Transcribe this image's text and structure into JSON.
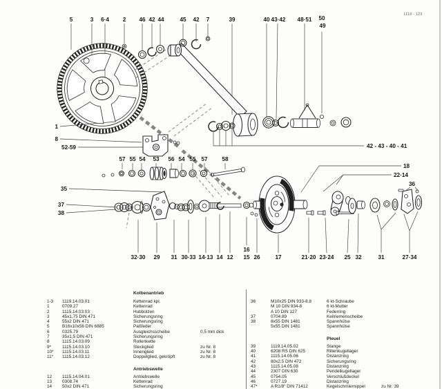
{
  "page": {
    "corner_code": "1119 - 123"
  },
  "diagram": {
    "callouts": {
      "n5": "5",
      "n3": "3",
      "n6_4": "6·4",
      "n2": "2",
      "n46": "46",
      "n42a": "42",
      "n44": "44",
      "n45": "45",
      "n42b": "42",
      "n7": "7",
      "n39": "39",
      "n40": "40",
      "n43_42": "43·42",
      "n48_51": "48·51",
      "n50": "50",
      "n49": "49",
      "n1": "1",
      "n8": "8",
      "n52_59": "52-59",
      "n35": "35",
      "n37": "37",
      "n38": "38",
      "n57a": "57",
      "n55a": "55",
      "n54a": "54",
      "n53": "53",
      "n56": "56",
      "n54b": "54",
      "n55b": "55",
      "n57b": "57",
      "n58": "58",
      "bracket_right": "42 - 43 - 40 - 41",
      "n18": "18",
      "n22_14": "22·14",
      "n36": "36",
      "n32_30": "32·30",
      "n29": "29",
      "n31a": "31",
      "n30_33": "30·33",
      "n14_13": "14·13",
      "n14": "14",
      "n12": "12",
      "n16": "16",
      "n15": "15",
      "n26": "26",
      "n17": "17",
      "n21_20": "21·20",
      "n23_24": "23·24",
      "n25": "25",
      "n32": "32",
      "n31b": "31",
      "n27_34": "27·34"
    }
  },
  "parts_list": {
    "left": {
      "sections": [
        {
          "title": "Kolbenantrieb",
          "rows": [
            {
              "ref": "1-3",
              "part": "1119.14.03.01",
              "name": "Kettenrad kpl.",
              "note": ""
            },
            {
              "ref": "1",
              "part": "0709.27",
              "name": "Kettenrad",
              "note": ""
            },
            {
              "ref": "2",
              "part": "1115.14.03.03",
              "name": "Hubbolzen",
              "note": ""
            },
            {
              "ref": "3",
              "part": "45x1,75 DIN 471",
              "name": "Sicherungsring",
              "note": ""
            },
            {
              "ref": "4",
              "part": "55x2 DIN 471",
              "name": "Sicherungsring",
              "note": ""
            },
            {
              "ref": "5",
              "part": "B16x10x56 DIN 6885",
              "name": "Paßfeder",
              "note": ""
            },
            {
              "ref": "6",
              "part": "0325.79",
              "name": "Ausgleichsscheibe",
              "note": "0,5 mm dick"
            },
            {
              "ref": "7",
              "part": "35x1,5 DIN 471",
              "name": "Sicherungsring",
              "note": ""
            },
            {
              "ref": "8",
              "part": "1115.14.03.09",
              "name": "Rollenkette",
              "note": ""
            },
            {
              "ref": "9*",
              "part": "1115.14.03.10",
              "name": "Steckglied",
              "note": "zu Nr. 8"
            },
            {
              "ref": "10*",
              "part": "1115.14.03.11",
              "name": "Innenglied",
              "note": "zu Nr. 8"
            },
            {
              "ref": "11*",
              "part": "1115.14.03.12",
              "name": "Doppelglied, gekröpft",
              "note": "zu Nr. 8"
            }
          ]
        },
        {
          "title": "Antriebswelle",
          "rows": [
            {
              "ref": "12",
              "part": "1115.14.04.01",
              "name": "Antriebswelle",
              "note": ""
            },
            {
              "ref": "13",
              "part": "0308.74",
              "name": "Kettenrad",
              "note": ""
            },
            {
              "ref": "14",
              "part": "50x2 DIN 471",
              "name": "Sicherungsring",
              "note": ""
            }
          ]
        }
      ]
    },
    "right": {
      "sections": [
        {
          "title": "",
          "rows": [
            {
              "ref": "36",
              "part": "M10x25 DIN 933-8.8",
              "name": "6 kt-Schraube",
              "note": ""
            },
            {
              "ref": "",
              "part": "M 10 DIN 934-8",
              "name": "6 kt-Mutter",
              "note": ""
            },
            {
              "ref": "",
              "part": "A 10 DIN 127",
              "name": "Federring",
              "note": ""
            },
            {
              "ref": "37",
              "part": "0704.89",
              "name": "Keilriemenscheibe",
              "note": ""
            },
            {
              "ref": "38",
              "part": "8x55 DIN 1481",
              "name": "Spannhülse",
              "note": ""
            },
            {
              "ref": "",
              "part": "5x55 DIN 1481",
              "name": "Spannhülse",
              "note": ""
            }
          ]
        },
        {
          "title": "Pleuel",
          "rows": [
            {
              "ref": "39",
              "part": "1119.14.05.02",
              "name": "Stange",
              "note": ""
            },
            {
              "ref": "40",
              "part": "6208 RS DIN 625",
              "name": "Rillenkugellager",
              "note": ""
            },
            {
              "ref": "41",
              "part": "1115.14.05.06",
              "name": "Distanzring",
              "note": ""
            },
            {
              "ref": "42",
              "part": "80x2,5 DIN 472",
              "name": "Sicherungsring",
              "note": ""
            },
            {
              "ref": "43",
              "part": "1115.14.05.08",
              "name": "Distanzring",
              "note": ""
            },
            {
              "ref": "44",
              "part": "2307 DIN 630",
              "name": "Pendelkugellager",
              "note": ""
            },
            {
              "ref": "45",
              "part": "0754.05",
              "name": "Verschlußdeckel",
              "note": ""
            },
            {
              "ref": "46",
              "part": "0727.19",
              "name": "Distanzring",
              "note": ""
            },
            {
              "ref": "47*",
              "part": "A R1/8\" DIN 71412",
              "name": "Kegelschmiernippel",
              "note": "zu Nr. 39"
            }
          ]
        }
      ]
    }
  }
}
